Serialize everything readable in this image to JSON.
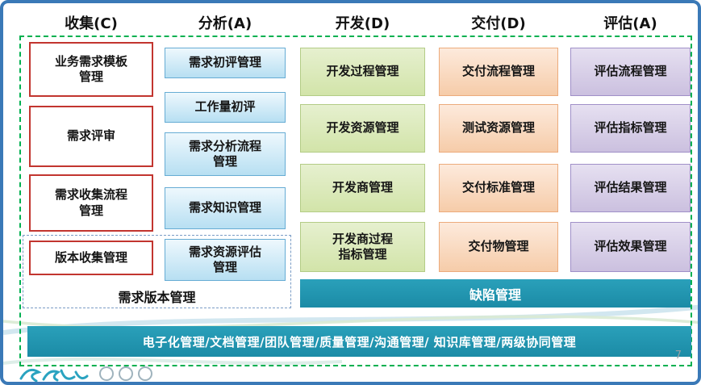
{
  "slide": {
    "page_number": "7"
  },
  "columns": [
    {
      "header": "收集(C)",
      "items": [
        "业务需求模板\n管理",
        "需求评审",
        "需求收集流程\n管理",
        "版本收集管理"
      ]
    },
    {
      "header": "分析(A)",
      "items": [
        "需求初评管理",
        "工作量初评",
        "需求分析流程\n管理",
        "需求知识管理",
        "需求资源评估\n管理"
      ]
    },
    {
      "header": "开发(D)",
      "items": [
        "开发过程管理",
        "开发资源管理",
        "开发商管理",
        "开发商过程\n指标管理"
      ]
    },
    {
      "header": "交付(D)",
      "items": [
        "交付流程管理",
        "测试资源管理",
        "交付标准管理",
        "交付物管理"
      ]
    },
    {
      "header": "评估(A)",
      "items": [
        "评估流程管理",
        "评估指标管理",
        "评估结果管理",
        "评估效果管理"
      ]
    }
  ],
  "version_group_label": "需求版本管理",
  "defect_bar_label": "缺陷管理",
  "foundation_bar_label": "电子化管理/文档管理/团队管理/质量管理/沟通管理/ 知识库管理/两级协同管理",
  "colors": {
    "collect_border": "#c2352f",
    "analysis_fill": "#b7dff2",
    "develop_fill": "#d2e4a9",
    "delivery_fill": "#f6cca9",
    "evaluate_fill": "#cbc0df",
    "teal_bar": "#1e93ae",
    "dashed_frame": "#00b050",
    "slide_frame": "#3a79b7"
  }
}
